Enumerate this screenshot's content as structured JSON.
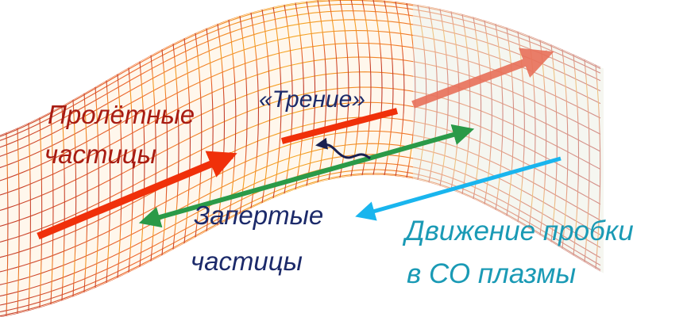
{
  "labels": {
    "passing_line1": "Пролётные",
    "passing_line2": "частицы",
    "friction": "«Трение»",
    "trapped_line1": "Запертые",
    "trapped_line2": "частицы",
    "motion_line1": "Движение пробки",
    "motion_line2": "в СО плазмы"
  },
  "colors": {
    "mesh_red": "#c0392b",
    "mesh_orange": "#f39c12",
    "passing_arrow": "#f0300a",
    "passing_arrow_faded": "#e8705a",
    "trapped_arrow": "#2a9a48",
    "motion_arrow": "#19b5ee",
    "friction_arrow": "#1a2050",
    "passing_text": "#a81c12",
    "trapped_text": "#1c2a6a",
    "motion_text": "#1a9ab5"
  }
}
